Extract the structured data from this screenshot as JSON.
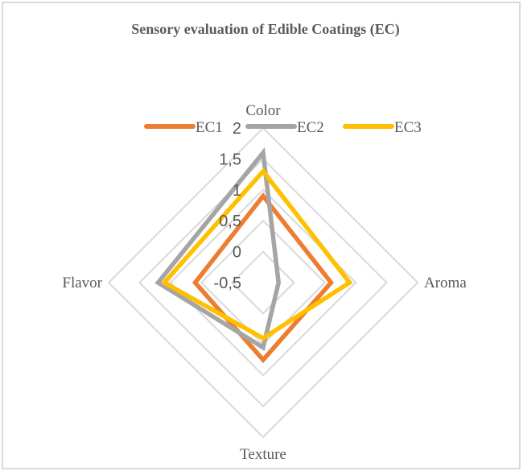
{
  "chart_data": {
    "type": "radar",
    "title": "Sensory evaluation of Edible Coatings (EC)",
    "categories": [
      "Color",
      "Aroma",
      "Texture",
      "Flavor"
    ],
    "series": [
      {
        "name": "EC1",
        "color": "#ed7d31",
        "values": [
          0.9,
          0.6,
          0.75,
          0.6
        ]
      },
      {
        "name": "EC2",
        "color": "#a5a5a5",
        "values": [
          1.6,
          -0.25,
          0.55,
          1.2
        ]
      },
      {
        "name": "EC3",
        "color": "#ffc000",
        "values": [
          1.3,
          0.9,
          0.4,
          1.1
        ]
      }
    ],
    "radial_ticks": [
      "-0,5",
      "0",
      "0,5",
      "1",
      "1,5",
      "2"
    ],
    "rlim": [
      -0.5,
      2
    ],
    "grid": true,
    "legend_position": "top"
  }
}
